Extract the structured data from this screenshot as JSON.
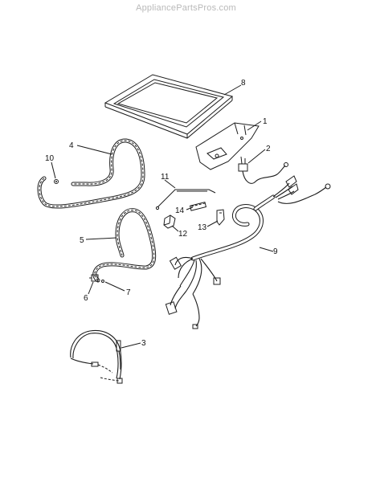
{
  "watermark": "AppliancePartsPros.com",
  "callouts": {
    "c1": "1",
    "c2": "2",
    "c3": "3",
    "c4": "4",
    "c5": "5",
    "c6": "6",
    "c7": "7",
    "c8": "8",
    "c9": "9",
    "c10": "10",
    "c11": "11",
    "c12": "12",
    "c13": "13",
    "c14": "14"
  },
  "colors": {
    "line": "#1c1c1c",
    "watermark": "#b9b9b9"
  }
}
